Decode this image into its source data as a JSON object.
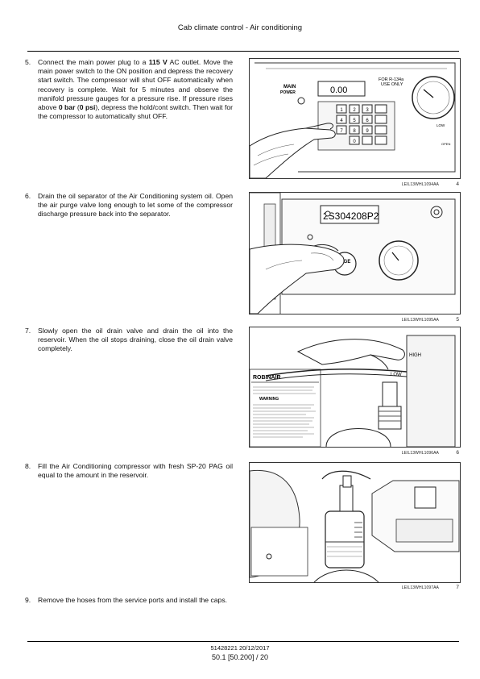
{
  "header": {
    "title": "Cab climate control - Air conditioning"
  },
  "steps": [
    {
      "number": "5.",
      "parts": [
        "Connect the main power plug to a ",
        "115 V",
        " AC outlet. Move the main power switch to the ON position and depress the recovery start switch.  The compressor will shut OFF automatically when recovery is complete. Wait for 5 minutes and observe the manifold pressure gauges for a pressure rise.  If pressure rises above ",
        "0 bar",
        " (",
        "0 psi",
        "), depress the hold/cont switch.  Then wait for the compressor to automatically shut OFF."
      ]
    },
    {
      "number": "6.",
      "text": "Drain the oil separator of the Air Conditioning system oil.  Open the air purge valve long enough to let some of the compressor discharge pressure back into the separator."
    },
    {
      "number": "7.",
      "text": "Slowly open the oil drain valve and drain the oil into the reservoir.  When the oil stops draining, close the oil drain valve completely."
    },
    {
      "number": "8.",
      "text": "Fill the Air Conditioning compressor with fresh SP-20 PAG oil equal to the amount in the reservoir."
    },
    {
      "number": "9.",
      "text": "Remove the hoses from the service ports and install the caps."
    }
  ],
  "figures": [
    {
      "caption": "LEIL13WHL1094AA",
      "number": "4",
      "labels": {
        "main": "MAIN",
        "power": "POWER",
        "display": "0.00",
        "for_line1": "FOR R-134a",
        "for_line2": "USE ONLY",
        "keys": [
          "1",
          "2",
          "3",
          "4",
          "5",
          "6",
          "7",
          "8",
          "9",
          "0"
        ],
        "low": "LOW",
        "open": "OPEN"
      }
    },
    {
      "caption": "LEIL13WHL1095AA",
      "number": "5",
      "labels": {
        "serial": "2S304208P2",
        "purge": "PURGE"
      }
    },
    {
      "caption": "LEIL13WHL1096AA",
      "number": "6",
      "labels": {
        "high": "HIGH",
        "low": "LOW",
        "brand": "ROBINAIR",
        "warning": "WARNING"
      }
    },
    {
      "caption": "LEIL13WHL1097AA",
      "number": "7"
    }
  ],
  "footer": {
    "doc_id": "51428221 20/12/2017",
    "page": "50.1 [50.200] / 20"
  }
}
